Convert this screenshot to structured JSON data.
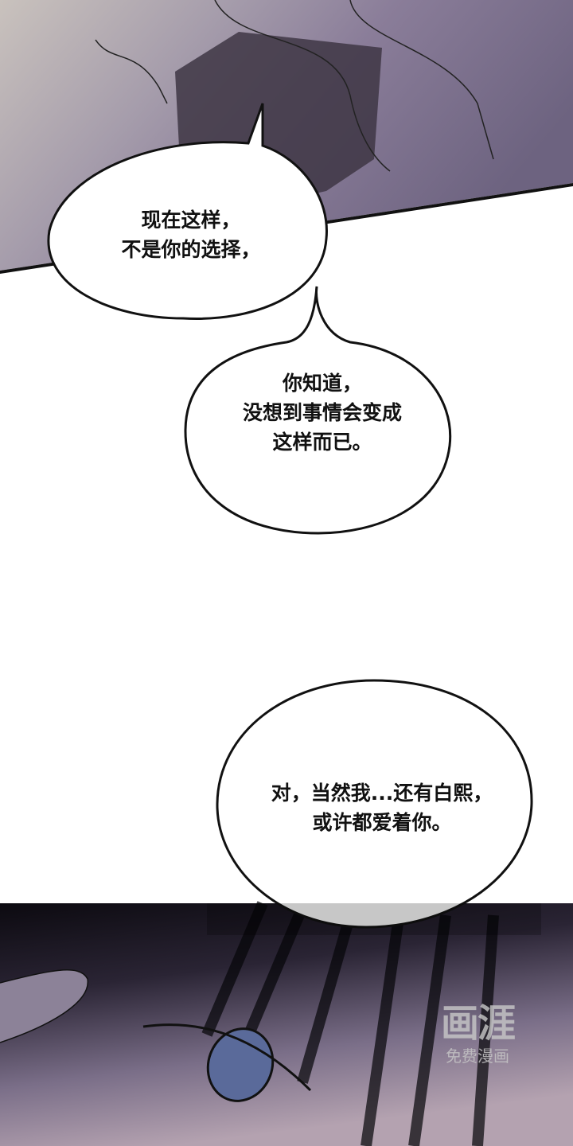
{
  "bubbles": [
    {
      "lines": [
        "现在这样，",
        "不是你的选择，"
      ]
    },
    {
      "lines": [
        "你知道，",
        "没想到事情会变成",
        "这样而已。"
      ]
    },
    {
      "lines": [
        "对，当然我...还有白熙，",
        "或许都爱着你。"
      ]
    }
  ],
  "watermark": {
    "logo": "画涯",
    "tagline": "免费漫画"
  },
  "colors": {
    "panel_top": "#8a7f95",
    "panel_bottom": "#1a1620",
    "eye": "#5a6a9a"
  }
}
